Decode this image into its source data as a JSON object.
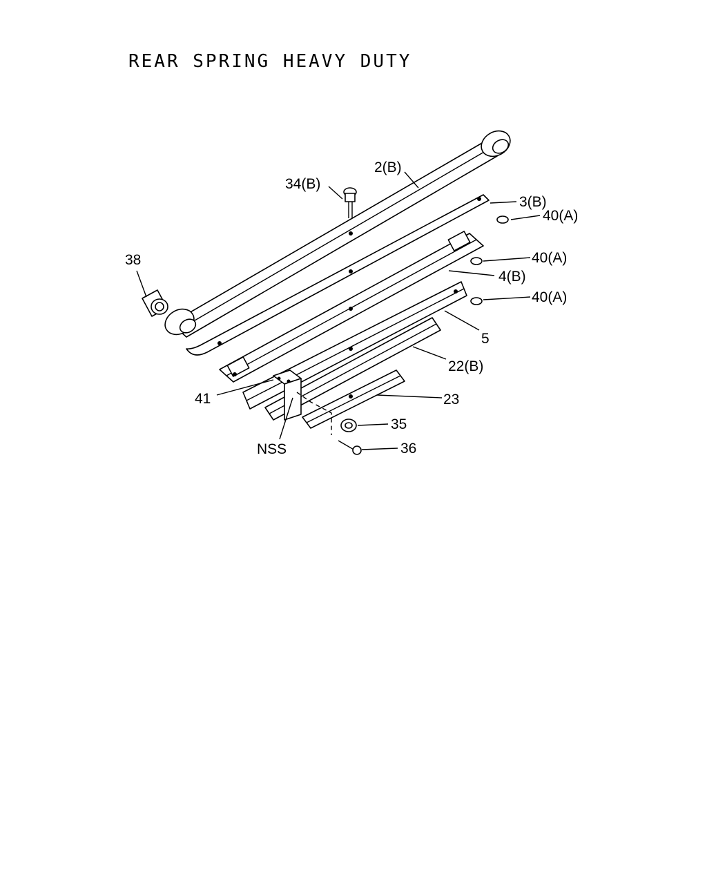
{
  "title": "REAR SPRING HEAVY DUTY",
  "callouts": {
    "c2b": "2(B)",
    "c34b": "34(B)",
    "c3b": "3(B)",
    "c40a_1": "40(A)",
    "c40a_2": "40(A)",
    "c40a_3": "40(A)",
    "c38": "38",
    "c4b": "4(B)",
    "c5": "5",
    "c22b": "22(B)",
    "c41": "41",
    "c23": "23",
    "c35": "35",
    "c36": "36",
    "cnss": "NSS"
  }
}
